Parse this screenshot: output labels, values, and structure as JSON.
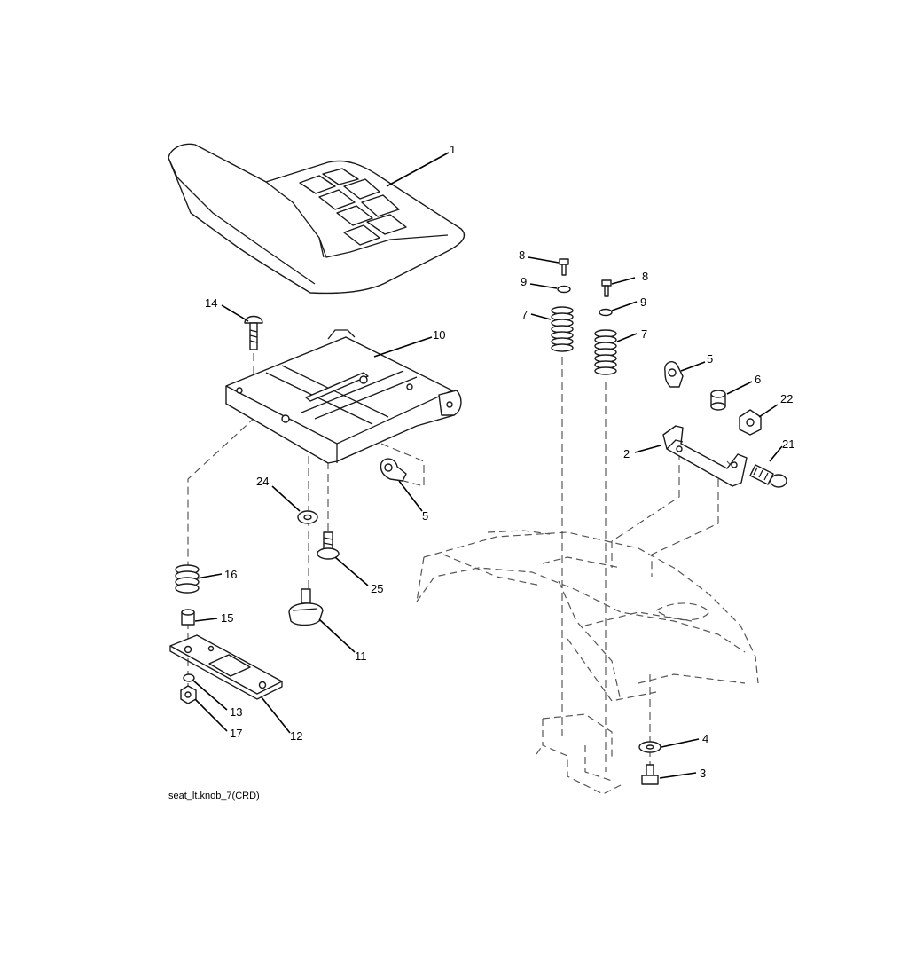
{
  "diagram": {
    "caption": "seat_lt.knob_7(CRD)",
    "callouts": {
      "c1": "1",
      "c2": "2",
      "c3": "3",
      "c4": "4",
      "c5a": "5",
      "c5b": "5",
      "c6": "6",
      "c7a": "7",
      "c7b": "7",
      "c8a": "8",
      "c8b": "8",
      "c9a": "9",
      "c9b": "9",
      "c10": "10",
      "c11": "11",
      "c12": "12",
      "c13": "13",
      "c14": "14",
      "c15": "15",
      "c16": "16",
      "c17": "17",
      "c21": "21",
      "c22": "22",
      "c24": "24",
      "c25": "25"
    }
  }
}
